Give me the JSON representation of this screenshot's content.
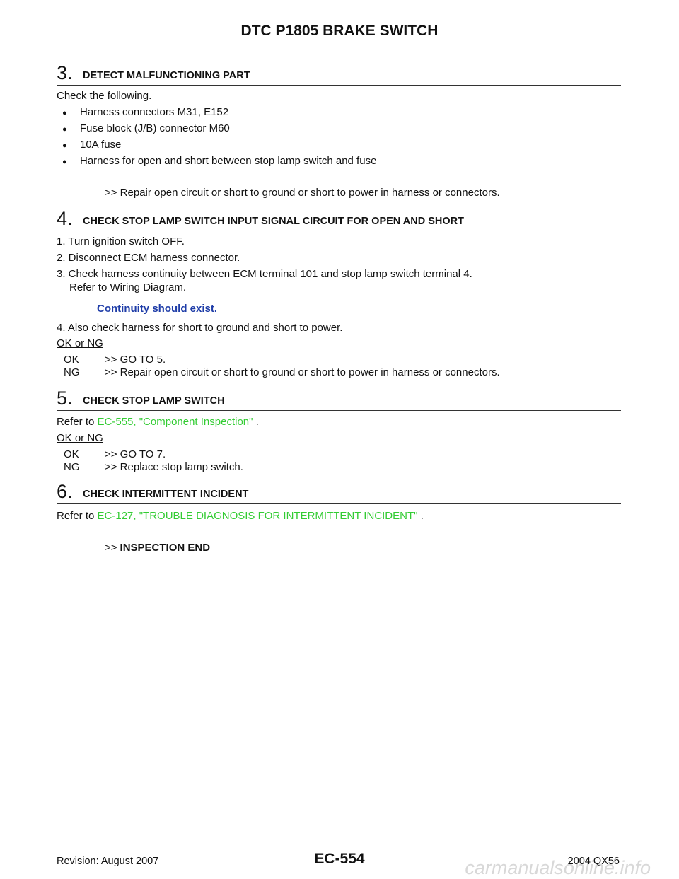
{
  "header": {
    "title": "DTC P1805 BRAKE SWITCH"
  },
  "step3": {
    "number": "3.",
    "title": "DETECT MALFUNCTIONING PART",
    "intro": "Check the following.",
    "bullet_glyph": "●",
    "bullets": [
      "Harness connectors M31, E152",
      "Fuse block (J/B) connector M60",
      "10A fuse",
      "Harness for open and short between stop lamp switch and fuse"
    ],
    "result": ">> Repair open circuit or short to ground or short to power in harness or connectors."
  },
  "step4": {
    "number": "4.",
    "title": "CHECK STOP LAMP SWITCH INPUT SIGNAL CIRCUIT FOR OPEN AND SHORT",
    "items": [
      "1. Turn ignition switch OFF.",
      "2. Disconnect ECM harness connector.",
      "3. Check harness continuity between ECM terminal 101 and stop lamp switch terminal 4.",
      "Refer to Wiring Diagram."
    ],
    "spec": "Continuity should exist.",
    "item4": "4. Also check harness for short to ground and short to power.",
    "ok_or_ng": "OK or NG",
    "ok_label": "OK",
    "ok_result": ">> GO TO 5.",
    "ng_label": "NG",
    "ng_result": ">> Repair open circuit or short to ground or short to power in harness or connectors."
  },
  "step5": {
    "number": "5.",
    "title": "CHECK STOP LAMP SWITCH",
    "refer_prefix": "Refer to ",
    "link": "EC-555, \"Component Inspection\"",
    "refer_suffix": " .",
    "ok_or_ng": "OK or NG",
    "ok_label": "OK",
    "ok_result": ">> GO TO 7.",
    "ng_label": "NG",
    "ng_result": ">> Replace stop lamp switch."
  },
  "step6": {
    "number": "6.",
    "title": "CHECK INTERMITTENT INCIDENT",
    "refer_prefix": "Refer to ",
    "link": "EC-127, \"TROUBLE DIAGNOSIS FOR INTERMITTENT INCIDENT\"",
    "refer_suffix": " .",
    "result_prefix": ">>",
    "result": "INSPECTION END"
  },
  "footer": {
    "revision": "Revision: August 2007",
    "page": "EC-554",
    "model": "2004 QX56",
    "watermark": "carmanualsonline.info"
  }
}
